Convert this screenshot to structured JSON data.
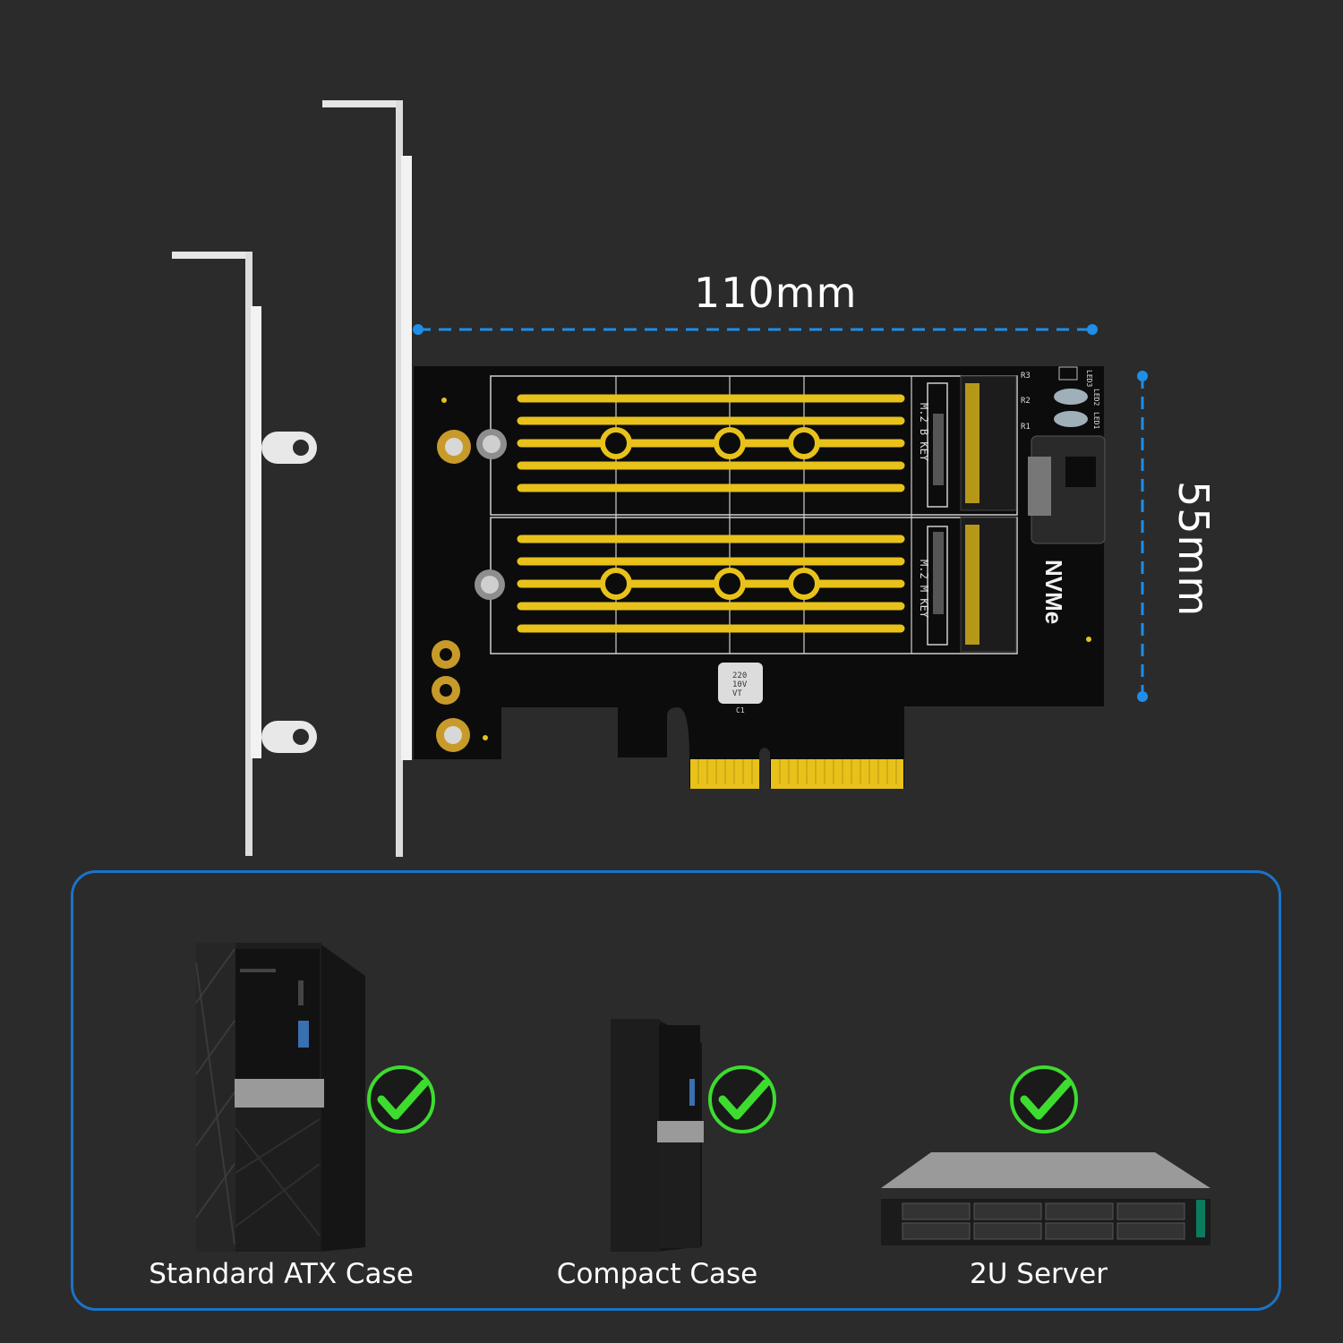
{
  "dimensions": {
    "width_label": "110mm",
    "height_label": "55mm"
  },
  "board": {
    "slot_top_label": "M.2 B KEY",
    "slot_bottom_label": "M.2 M KEY",
    "nvme_label": "NVMe",
    "capacitor_label": [
      "220",
      "10V",
      "VT"
    ],
    "capacitor_ref": "C1",
    "resistor_refs": [
      "R3",
      "R2",
      "R1"
    ],
    "led_refs": [
      "LED3",
      "LED2",
      "LED1"
    ]
  },
  "compatibility": {
    "cases": [
      {
        "label": "Standard ATX Case",
        "supported": true
      },
      {
        "label": "Compact Case",
        "supported": true
      },
      {
        "label": "2U Server",
        "supported": true
      }
    ],
    "check_color": "#3ddc2f",
    "border_color": "#1a73c9"
  },
  "colors": {
    "background": "#2b2b2b",
    "pcb": "#0d0d0d",
    "gold": "#e8c21a",
    "dimension_line": "#1e8ee8",
    "bracket": "#e4e4e4"
  }
}
